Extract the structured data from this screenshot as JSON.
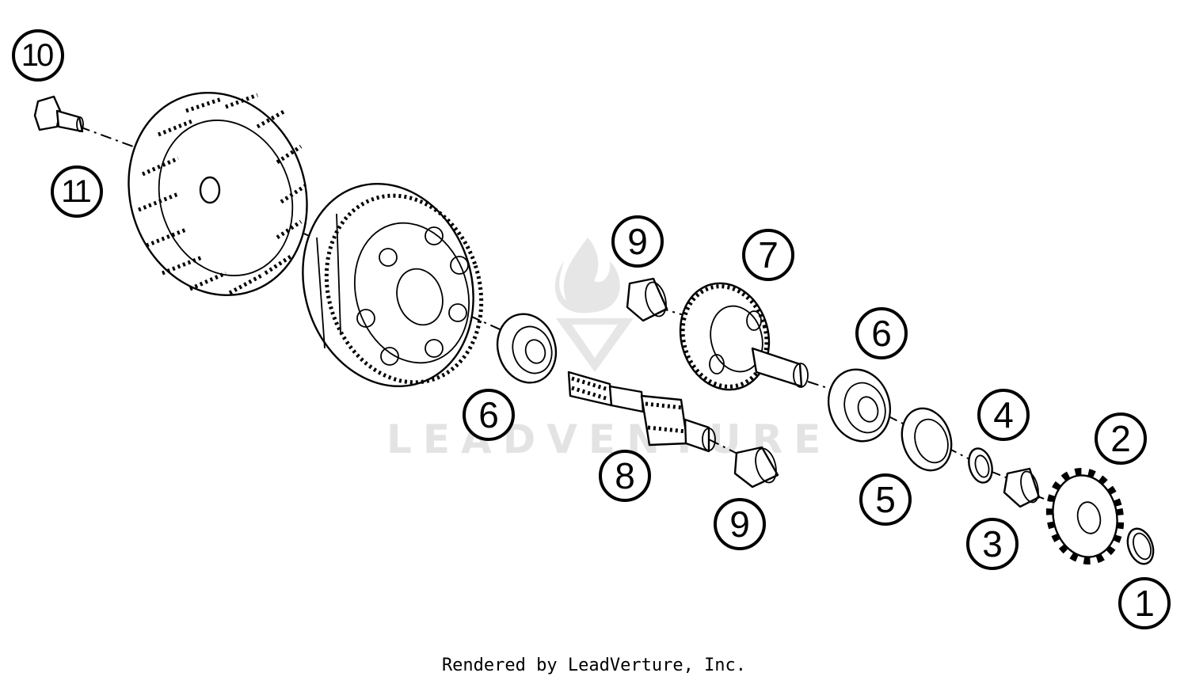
{
  "watermark": {
    "text": "LEADVENTURE",
    "color": "#e3e3e3"
  },
  "footer": {
    "credit": "Rendered by LeadVerture, Inc."
  },
  "callouts": [
    {
      "id": "c10",
      "number": "10"
    },
    {
      "id": "c11",
      "number": "11"
    },
    {
      "id": "c9a",
      "number": "9"
    },
    {
      "id": "c7",
      "number": "7"
    },
    {
      "id": "c6a",
      "number": "6"
    },
    {
      "id": "c6b",
      "number": "6"
    },
    {
      "id": "c8",
      "number": "8"
    },
    {
      "id": "c9b",
      "number": "9"
    },
    {
      "id": "c5",
      "number": "5"
    },
    {
      "id": "c4",
      "number": "4"
    },
    {
      "id": "c2",
      "number": "2"
    },
    {
      "id": "c3",
      "number": "3"
    },
    {
      "id": "c1",
      "number": "1"
    }
  ],
  "parts": [
    {
      "number": "1",
      "icon": "circlip-icon"
    },
    {
      "number": "2",
      "icon": "sprocket-icon"
    },
    {
      "number": "3",
      "icon": "spacer-ring-icon"
    },
    {
      "number": "4",
      "icon": "washer-icon"
    },
    {
      "number": "5",
      "icon": "shaft-seal-icon"
    },
    {
      "number": "6",
      "icon": "ball-bearing-icon"
    },
    {
      "number": "7",
      "icon": "gear-icon"
    },
    {
      "number": "8",
      "icon": "splined-shaft-icon"
    },
    {
      "number": "9",
      "icon": "needle-bearing-icon"
    },
    {
      "number": "10",
      "icon": "bolt-icon"
    },
    {
      "number": "11",
      "icon": "clutch-basket-icon"
    }
  ]
}
